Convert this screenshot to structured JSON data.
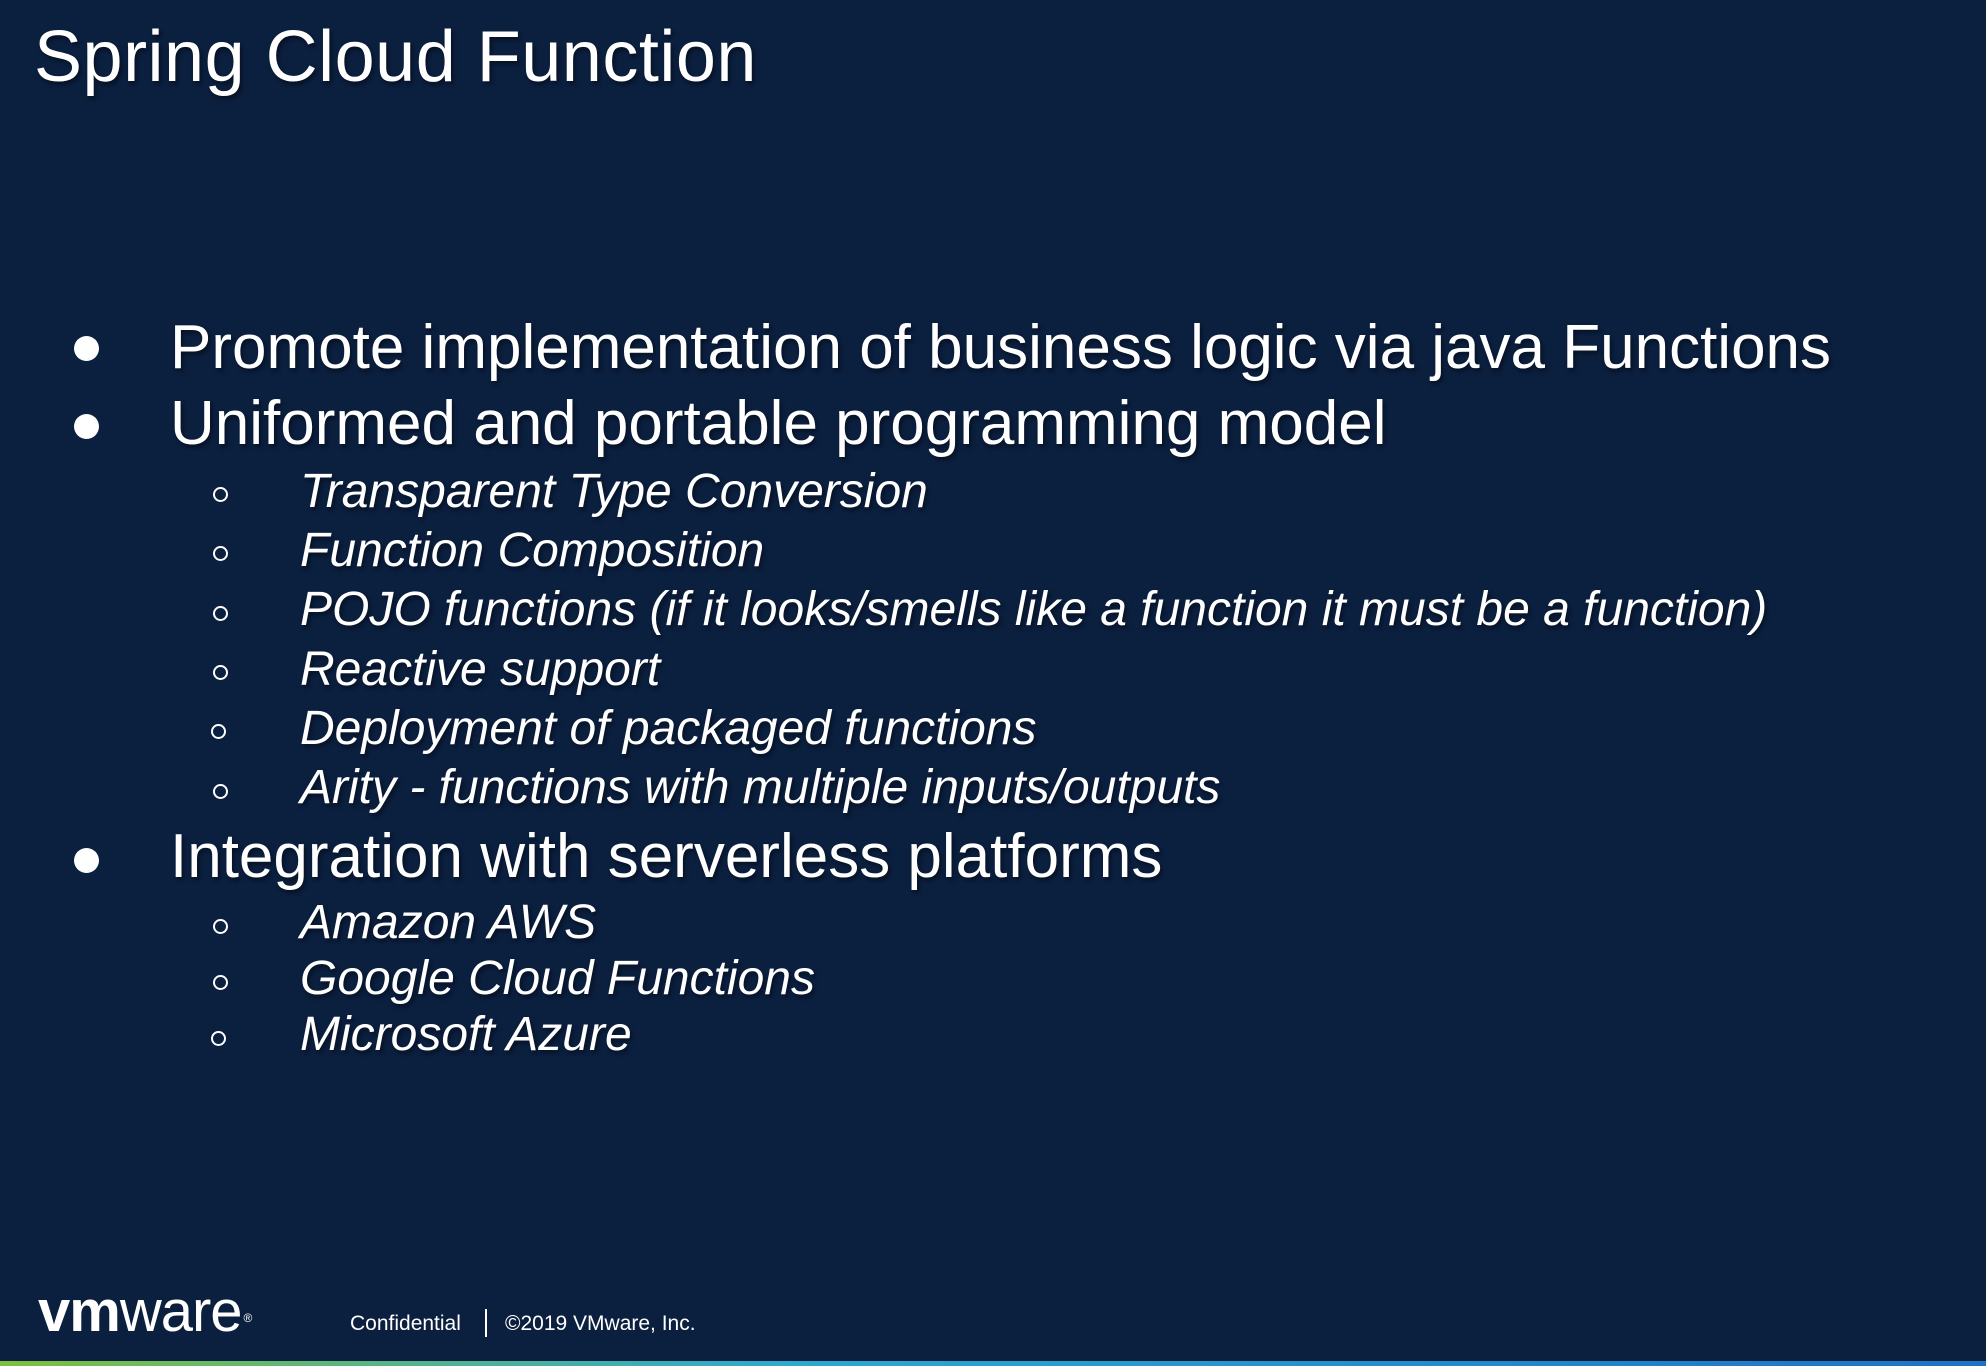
{
  "slide": {
    "title": "Spring Cloud Function",
    "bullets": [
      {
        "text": "Promote implementation of business logic via java Functions",
        "sub": []
      },
      {
        "text": "Uniformed and portable programming model",
        "sub": [
          "Transparent Type Conversion",
          "Function Composition",
          "POJO functions (if it looks/smells like a function it must be a function)",
          "Reactive support",
          "Deployment of packaged functions",
          "Arity - functions with multiple inputs/outputs"
        ]
      },
      {
        "text": "Integration with serverless platforms",
        "sub": [
          "Amazon AWS",
          "Google Cloud Functions",
          "Microsoft Azure"
        ]
      }
    ]
  },
  "footer": {
    "logo_text": "vmware",
    "logo_vm": "vm",
    "logo_ware": "ware",
    "logo_reg": "®",
    "confidential": "Confidential",
    "copyright": "©2019 VMware, Inc."
  },
  "colors": {
    "background": "#0b1f3f",
    "text": "#ffffff",
    "accent_bar_start": "#7fbf3f",
    "accent_bar_end": "#1d72c4"
  }
}
